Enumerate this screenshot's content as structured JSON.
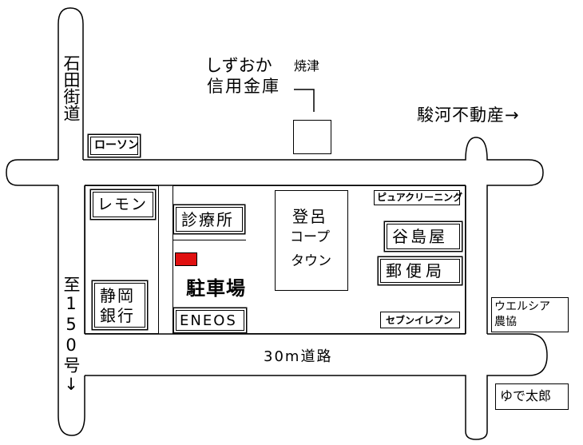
{
  "map": {
    "road_west": "石田街道",
    "road_route150": "至150号↓",
    "road_south": "30m道路",
    "bank_top_line1": "しずおか",
    "bank_top_city": "焼津",
    "bank_top_line2": "信用金庫",
    "realestate": "駿河不動産→",
    "lawson": "ローソン",
    "lemon": "レモン",
    "shizuoka_bank_line1": "静岡",
    "shizuoka_bank_line2": "銀行",
    "clinic": "診療所",
    "parking": "駐車場",
    "eneos": "ENEOS",
    "coop_line1": "登呂",
    "coop_line2": "コープ",
    "coop_line3": "タウン",
    "pure_cleaning": "ピュアクリーニング",
    "tanishimaya": "谷島屋",
    "post_office": "郵便局",
    "seven_eleven": "セブンイレブン",
    "welcia_line1": "ウエルシア",
    "welcia_line2": "農協",
    "yudetaro": "ゆで太郎"
  },
  "colors": {
    "parking_marker": "#e01010",
    "line": "#000000",
    "background": "#ffffff"
  }
}
